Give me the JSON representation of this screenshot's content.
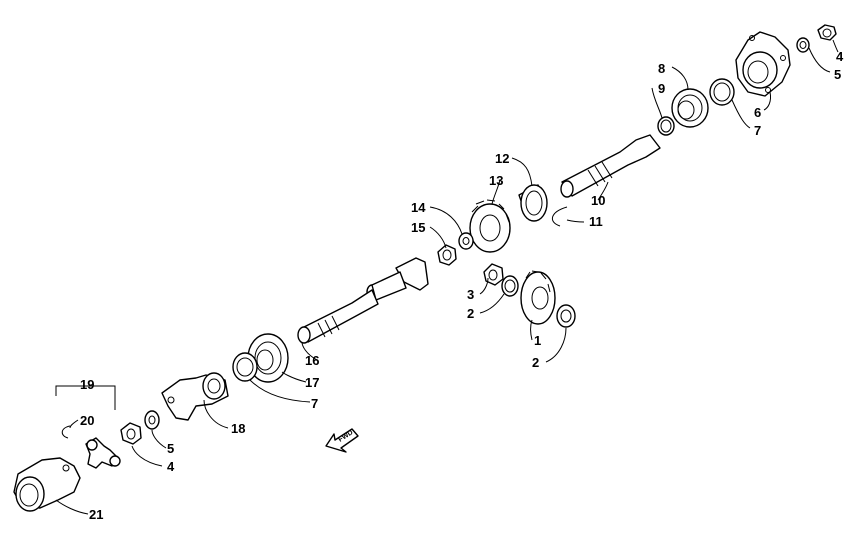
{
  "diagram": {
    "arrow_label": "FWD",
    "callouts": [
      {
        "id": "c4a",
        "text": "4"
      },
      {
        "id": "c5a",
        "text": "5"
      },
      {
        "id": "c6",
        "text": "6"
      },
      {
        "id": "c7a",
        "text": "7"
      },
      {
        "id": "c8",
        "text": "8"
      },
      {
        "id": "c9",
        "text": "9"
      },
      {
        "id": "c10",
        "text": "10"
      },
      {
        "id": "c11",
        "text": "11"
      },
      {
        "id": "c12",
        "text": "12"
      },
      {
        "id": "c13",
        "text": "13"
      },
      {
        "id": "c14",
        "text": "14"
      },
      {
        "id": "c15",
        "text": "15"
      },
      {
        "id": "c3",
        "text": "3"
      },
      {
        "id": "c2a",
        "text": "2"
      },
      {
        "id": "c1",
        "text": "1"
      },
      {
        "id": "c2b",
        "text": "2"
      },
      {
        "id": "c16",
        "text": "16"
      },
      {
        "id": "c17",
        "text": "17"
      },
      {
        "id": "c7b",
        "text": "7"
      },
      {
        "id": "c18",
        "text": "18"
      },
      {
        "id": "c19",
        "text": "19"
      },
      {
        "id": "c20",
        "text": "20"
      },
      {
        "id": "c5b",
        "text": "5"
      },
      {
        "id": "c4b",
        "text": "4"
      },
      {
        "id": "c21",
        "text": "21"
      }
    ]
  }
}
